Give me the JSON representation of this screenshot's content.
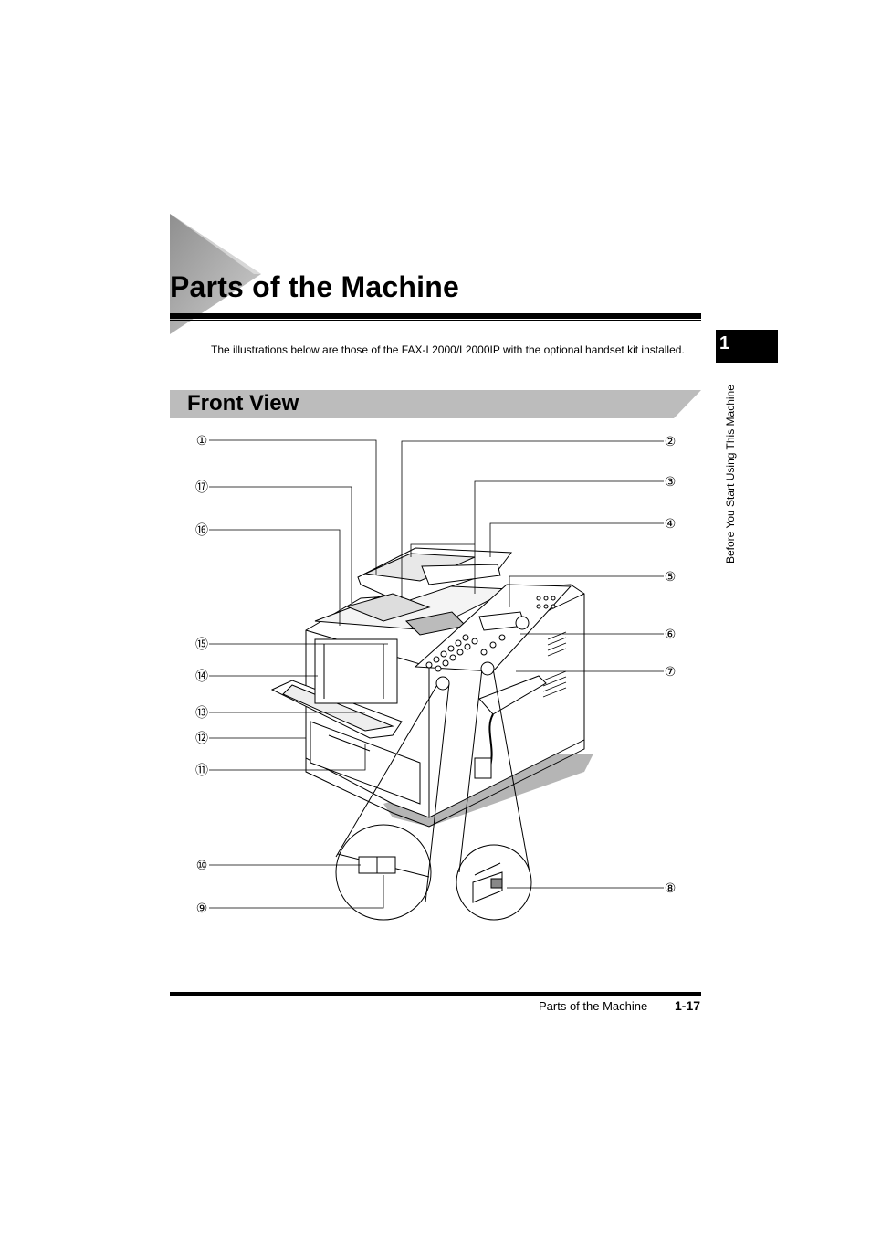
{
  "page": {
    "title": "Parts of the Machine",
    "intro": "The illustrations below are those of the FAX-L2000/L2000IP with the optional handset kit installed.",
    "section_title": "Front View"
  },
  "side_tab": {
    "chapter_number": "1",
    "chapter_label": "Before You Start Using This Machine"
  },
  "diagram": {
    "callouts": [
      "①",
      "②",
      "③",
      "④",
      "⑤",
      "⑥",
      "⑦",
      "⑧",
      "⑨",
      "⑩",
      "⑪",
      "⑫",
      "⑬",
      "⑭",
      "⑮",
      "⑯",
      "⑰"
    ]
  },
  "footer": {
    "title": "Parts of the Machine",
    "page_number": "1-17"
  },
  "colors": {
    "triangle_gray": "#a9a9a9",
    "section_bar_gray": "#bcbcbc",
    "text": "#000000"
  }
}
